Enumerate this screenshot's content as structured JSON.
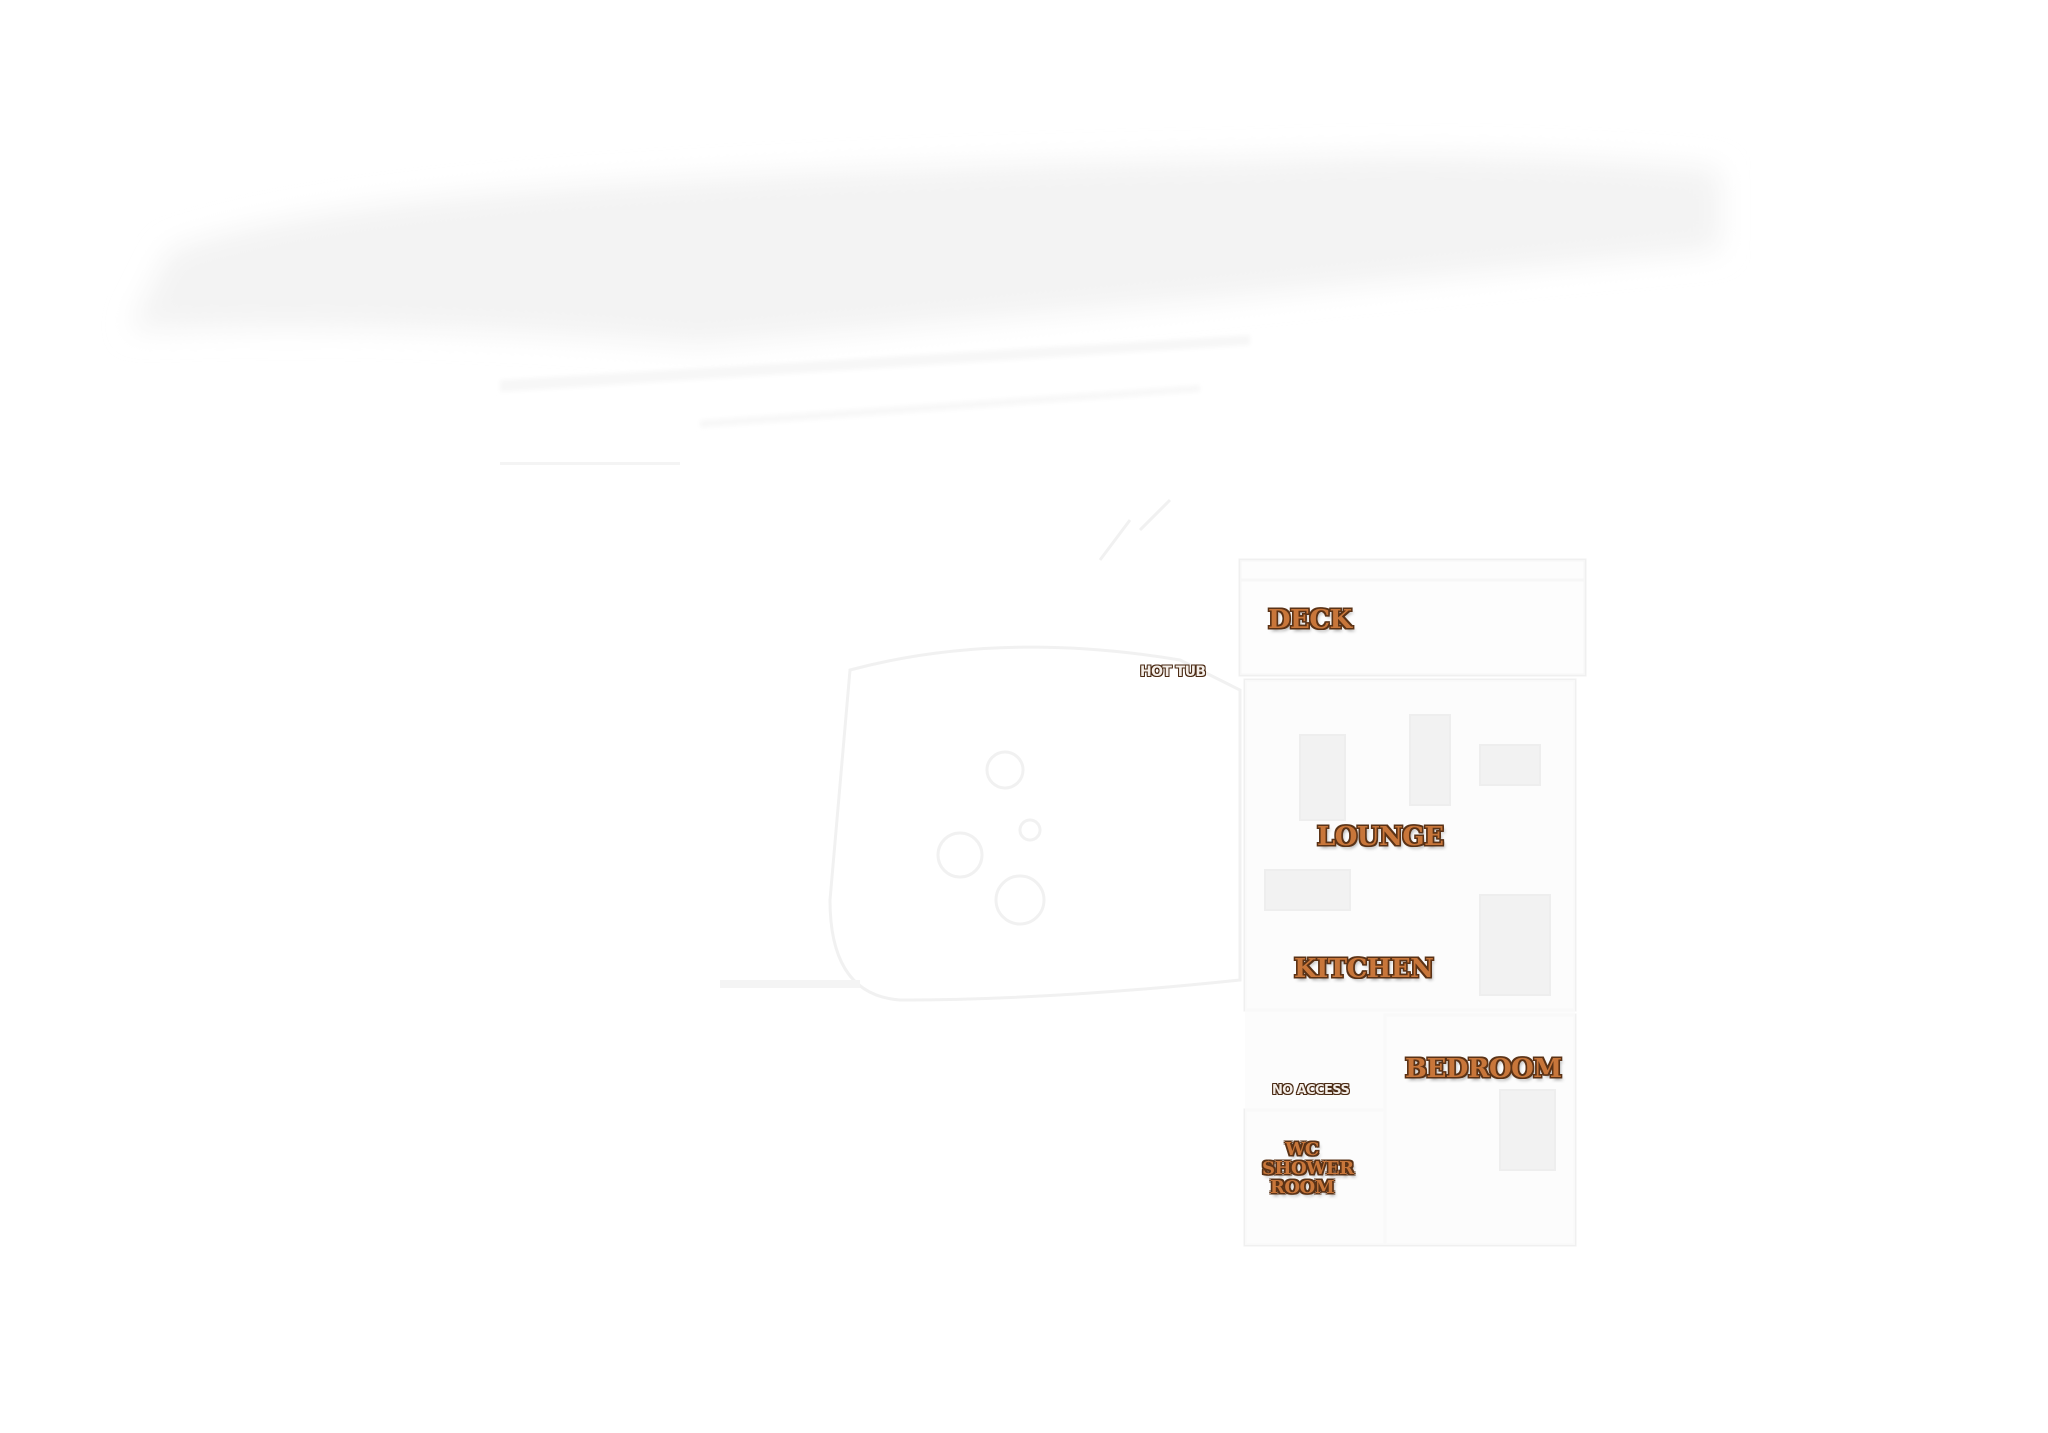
{
  "rooms": {
    "deck": "DECK",
    "hot_tub": "HOT TUB",
    "lounge": "LOUNGE",
    "kitchen": "KITCHEN",
    "bedroom": "BEDROOM",
    "no_access": "NO ACCESS",
    "wc_lines": [
      "WC",
      "SHOWER",
      "ROOM"
    ]
  },
  "colors": {
    "label_fill": "#c8763a",
    "label_outline": "#5a3216",
    "small_label_fill": "#f4eee8",
    "background": "#ffffff"
  }
}
